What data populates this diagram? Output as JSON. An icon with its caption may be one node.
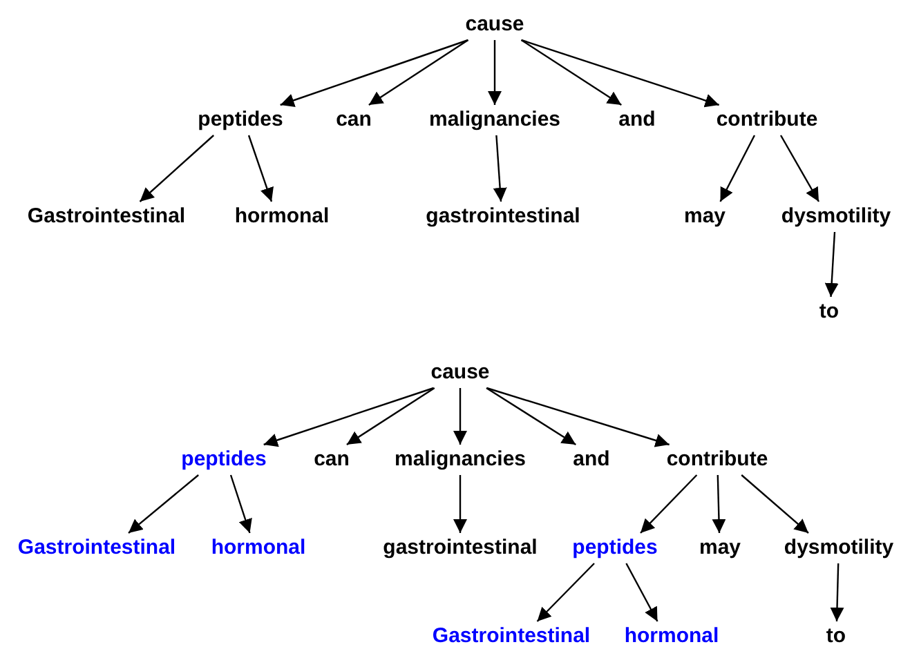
{
  "diagram": {
    "nodes": [
      {
        "text": [
          "cause"
        ]
      },
      {
        "text": [
          "peptides"
        ]
      },
      {
        "text": [
          "can"
        ]
      },
      {
        "text": [
          "malignancies"
        ]
      },
      {
        "text": [
          "and"
        ]
      },
      {
        "text": [
          "contribute"
        ]
      },
      {
        "text": [
          "Gastrointestinal"
        ]
      },
      {
        "text": [
          "hormonal"
        ]
      },
      {
        "text": [
          "gastrointestinal"
        ]
      },
      {
        "text": [
          "may"
        ]
      },
      {
        "text": [
          "dysmotility"
        ]
      },
      {
        "text": [
          "to"
        ]
      },
      {
        "text": [
          "cause"
        ]
      },
      {
        "text": [
          "peptides"
        ]
      },
      {
        "text": [
          "can"
        ]
      },
      {
        "text": [
          "malignancies"
        ]
      },
      {
        "text": [
          "and"
        ]
      },
      {
        "text": [
          "contribute"
        ]
      },
      {
        "text": [
          "Gastrointestinal"
        ]
      },
      {
        "text": [
          "hormonal"
        ]
      },
      {
        "text": [
          "gastrointestinal"
        ]
      },
      {
        "text": [
          "peptides"
        ]
      },
      {
        "text": [
          "may"
        ]
      },
      {
        "text": [
          "dysmotility"
        ]
      },
      {
        "text": [
          "Gastrointestinal"
        ]
      },
      {
        "text": [
          "hormonal"
        ]
      },
      {
        "text": [
          "to"
        ]
      }
    ],
    "edges": [
      {
        "from": 0,
        "to": 1,
        "arrow": "to"
      },
      {
        "from": 0,
        "to": 2,
        "arrow": "to"
      },
      {
        "from": 0,
        "to": 3,
        "arrow": "to"
      },
      {
        "from": 0,
        "to": 4,
        "arrow": "to"
      },
      {
        "from": 0,
        "to": 5,
        "arrow": "to"
      },
      {
        "from": 1,
        "to": 6,
        "arrow": "to"
      },
      {
        "from": 1,
        "to": 7,
        "arrow": "to"
      },
      {
        "from": 3,
        "to": 8,
        "arrow": "to"
      },
      {
        "from": 5,
        "to": 9,
        "arrow": "to"
      },
      {
        "from": 5,
        "to": 10,
        "arrow": "to"
      },
      {
        "from": 10,
        "to": 11,
        "arrow": "to"
      },
      {
        "from": 12,
        "to": 13,
        "arrow": "to"
      },
      {
        "from": 12,
        "to": 14,
        "arrow": "to"
      },
      {
        "from": 12,
        "to": 15,
        "arrow": "to"
      },
      {
        "from": 12,
        "to": 16,
        "arrow": "to"
      },
      {
        "from": 12,
        "to": 17,
        "arrow": "to"
      },
      {
        "from": 13,
        "to": 18,
        "arrow": "to"
      },
      {
        "from": 13,
        "to": 19,
        "arrow": "to"
      },
      {
        "from": 15,
        "to": 20,
        "arrow": "to"
      },
      {
        "from": 17,
        "to": 21,
        "arrow": "to"
      },
      {
        "from": 17,
        "to": 22,
        "arrow": "to"
      },
      {
        "from": 17,
        "to": 23,
        "arrow": "to"
      },
      {
        "from": 21,
        "to": 24,
        "arrow": "to"
      },
      {
        "from": 21,
        "to": 25,
        "arrow": "to"
      },
      {
        "from": 23,
        "to": 26,
        "arrow": "to"
      }
    ]
  }
}
